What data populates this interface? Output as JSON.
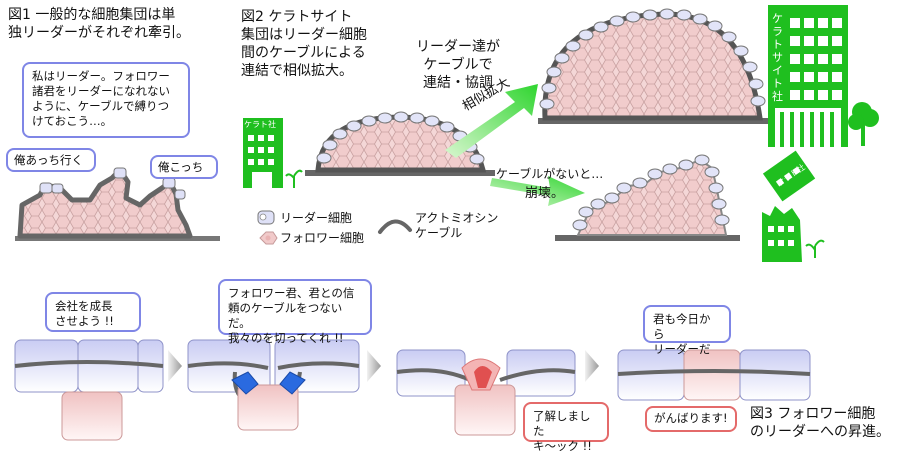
{
  "fig1": {
    "caption": "図1 一般的な細胞集団は単\n独リーダーがそれぞれ牽引。",
    "bubble_main": "私はリーダー。フォロワー\n諸君をリーダーになれない\nように、ケーブルで縛りつ\nけておこう…。",
    "bubble_left": "俺あっち行く",
    "bubble_right": "俺こっち"
  },
  "fig2": {
    "caption": "図2 ケラトサイト\n集団はリーダー細胞\n間のケーブルによる\n連結で相似拡大。",
    "arrow_top_text": "リーダー達が\nケーブルで\n連結・協調",
    "arrow_top_label": "相似拡大",
    "arrow_bottom_text": "ケーブルがないと…",
    "arrow_bottom_label": "崩壊。",
    "building_small": "ケラト社",
    "building_big": "ケラトサイト社",
    "building_collapsed": "ケラト社"
  },
  "legend": {
    "leader": "リーダー細胞",
    "follower": "フォロワー細胞",
    "cable": "アクトミオシン\nケーブル"
  },
  "fig3": {
    "bubble1": "会社を成長\nさせよう !!",
    "bubble2": "フォロワー君、君との信\n頼のケーブルをつないだ。\n我々のを切ってくれ !!",
    "bubble3": "了解しました\nキ〜ック !!",
    "bubble4": "君も今日から\nリーダーだ",
    "bubble5": "がんばります!",
    "caption": "図3 フォロワー細胞\nのリーダーへの昇進。"
  },
  "colors": {
    "leader": "#d9dcf6",
    "follower": "#f3d3d3",
    "cable": "#555555",
    "building": "#1fbf1f",
    "bubble_blue": "#7f86e6",
    "bubble_red": "#e46a6a"
  }
}
